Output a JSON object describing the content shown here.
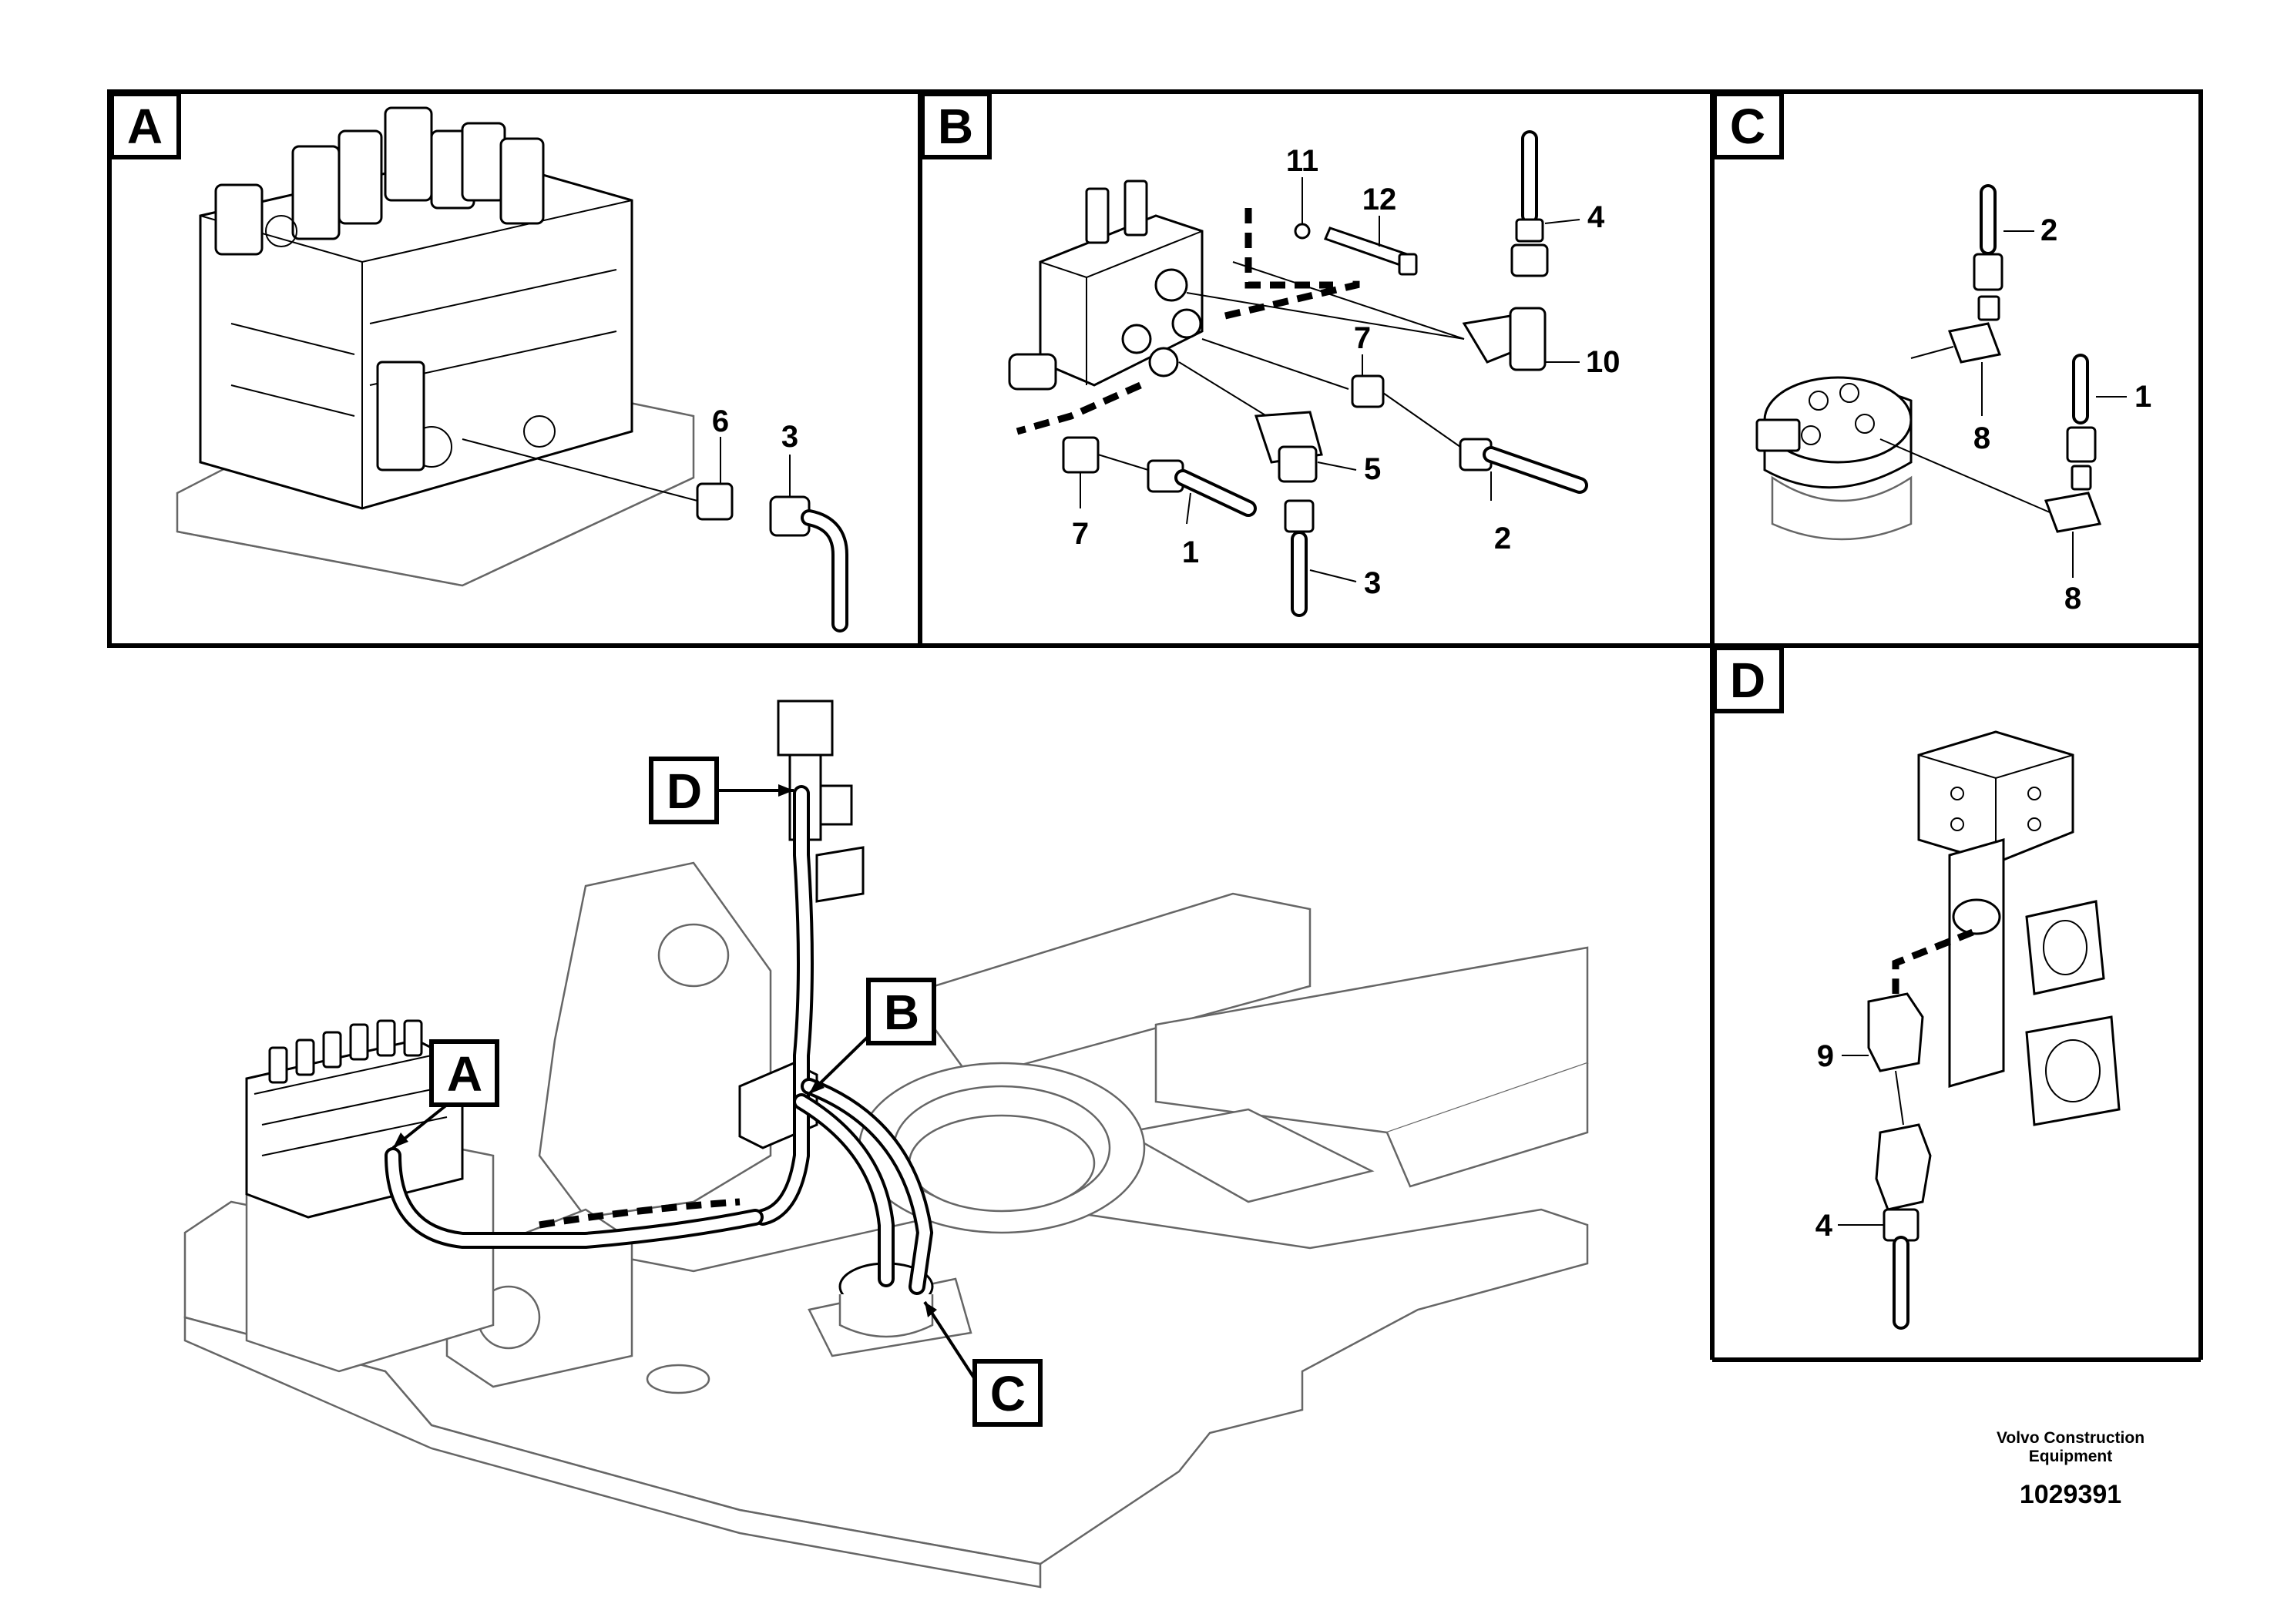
{
  "panels": {
    "A": {
      "letter": "A",
      "labels": [
        "6",
        "3"
      ]
    },
    "B": {
      "letter": "B",
      "labels": [
        "11",
        "12",
        "4",
        "7",
        "10",
        "5",
        "7",
        "1",
        "3",
        "2"
      ]
    },
    "C": {
      "letter": "C",
      "labels": [
        "2",
        "1",
        "8",
        "8"
      ]
    },
    "D": {
      "letter": "D",
      "labels": [
        "9",
        "4"
      ]
    }
  },
  "callouts": [
    "D",
    "B",
    "A",
    "C"
  ],
  "footer": {
    "brand_line1": "Volvo Construction",
    "brand_line2": "Equipment",
    "doc_number": "1029391"
  }
}
